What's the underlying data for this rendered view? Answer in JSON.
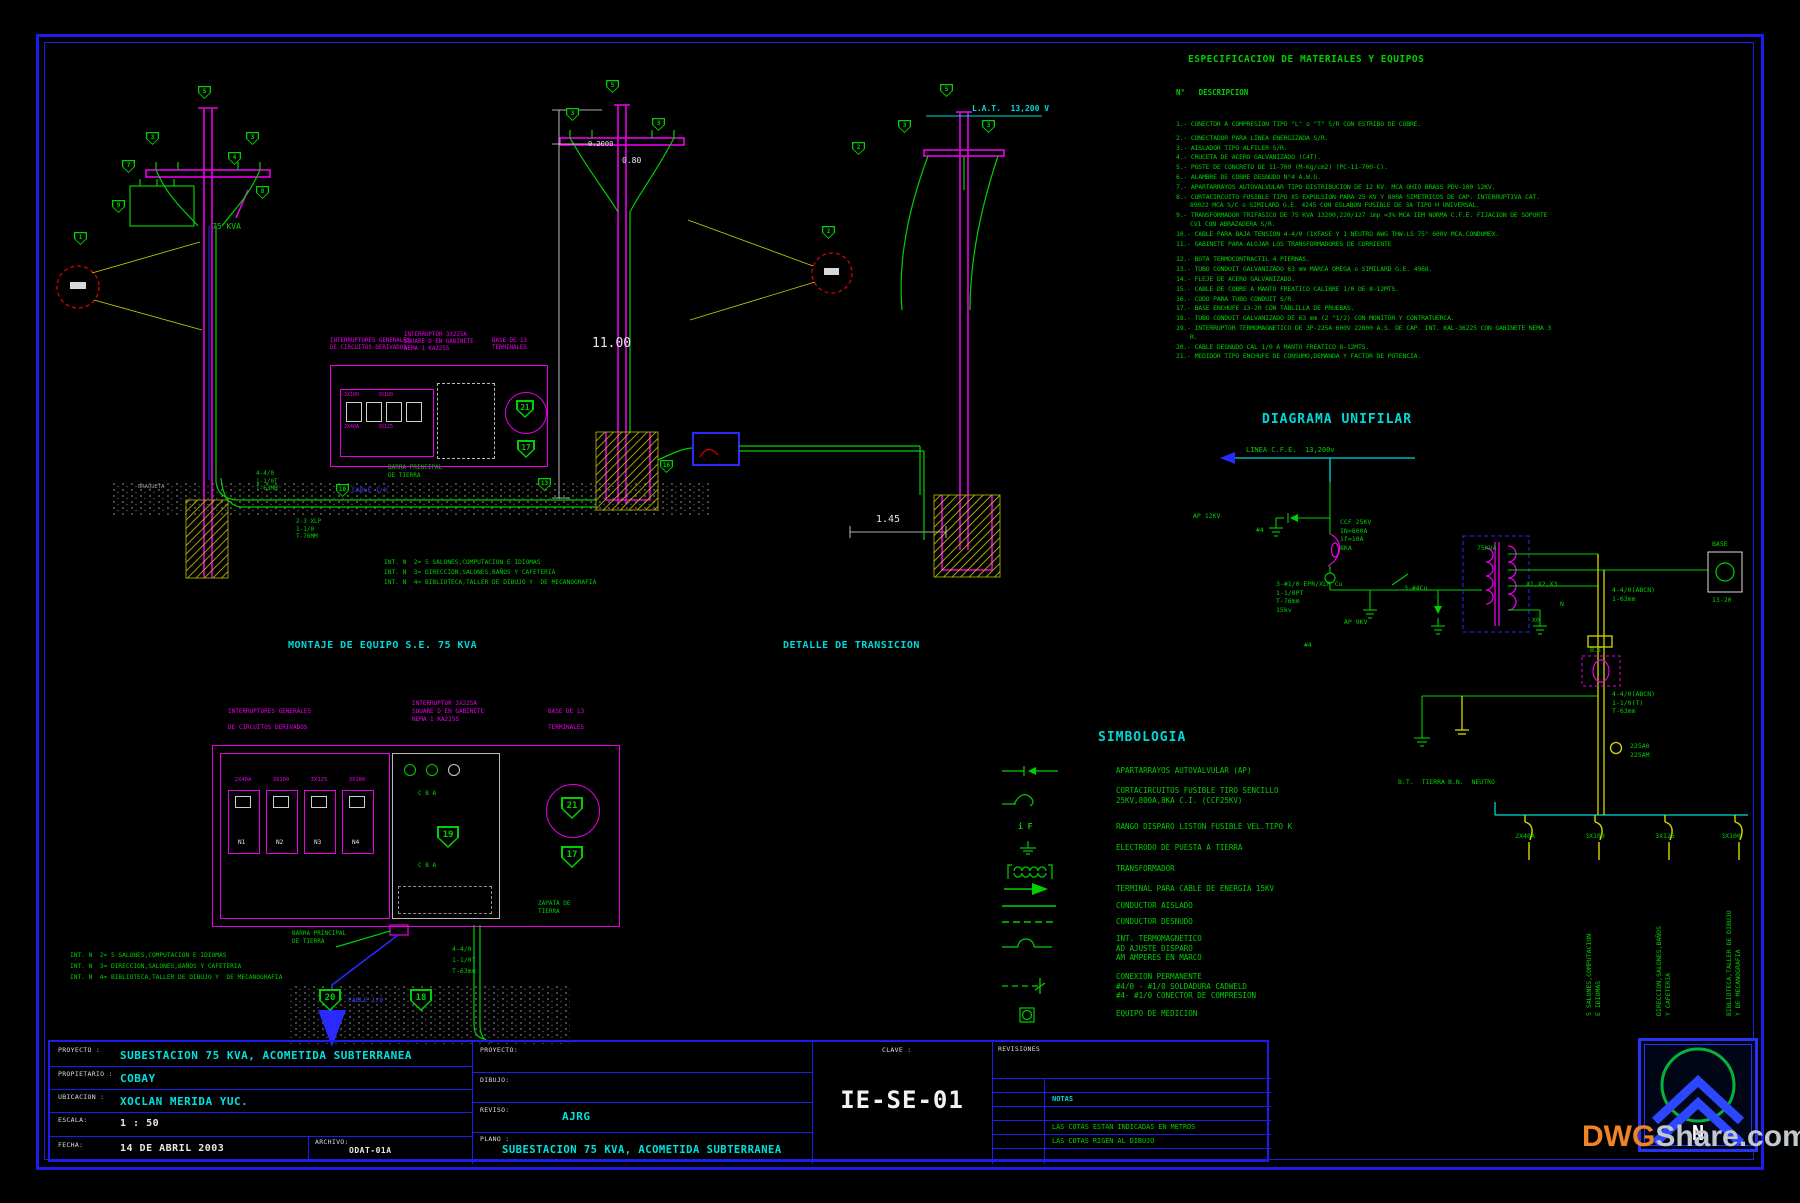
{
  "sheet": {
    "clave": "IE-SE-01"
  },
  "palette": {
    "green": "#00cf00",
    "cyan": "#00d8d8",
    "magenta": "#e800e8",
    "yellow": "#d8d800",
    "blue": "#2a2aff",
    "frame_blue": "#1c1cee",
    "red": "#dc0000",
    "orange": "#f08424",
    "gray": "#9a9a9a"
  },
  "spec": {
    "title": "ESPECIFICACION DE MATERIALES Y EQUIPOS",
    "header": "N°   DESCRIPCION",
    "items": [
      "1.- CONECTOR A COMPRESION TIPO \"L\" o \"T\" S/R CON ESTRIBO DE COBRE.",
      "2.- CONECTADOR PARA LINEA ENERGIZADA S/R.",
      "3.- AISLADOR TIPO ALFILER S/R.",
      "4.- CRUCETA DE ACERO GALVANIZADO (C4T).",
      "5.- POSTE DE CONCRETO DE 11-700 (M-Kg/cm2) (PC-11-700-C).",
      "6.- ALAMBRE DE COBRE DESNUDO N°4 A.W.G.",
      "7.- APARTARRAYOS AUTOVALVULAR TIPO DISTRIBUCION DE 12 KV. MCA OHIO BRASS PDV-100 12KV.",
      "8.- CORTACIRCUITO FUSIBLE TIPO XS EXPULSION PARA 25 KV Y 800A SIMETRICOS DE CAP. INTERRUPTIVA CAT. 89022 MCA S/C  o SIMILARD G.E. 4245 CON ESLABON FUSIBLE DE 3A TIPO H UNIVERSAL.",
      "9.- TRANSFORMADOR TRIFASICO DE 75 KVA 13200,220/127 imp =3% MCA IEM NORMA C.F.E. FIJACION DE SOPORTE CV1 CON ABRAZADERA S/R.",
      "10.- CABLE PARA BAJA TENSION 4-4/0 (1XFASE Y 1 NEUTRO AWG THW-LS 75° 600V MCA.CONDUMEX.",
      "11.- GABINETE PARA ALOJAR LOS TRANSFORMADORES DE CORRIENTE",
      "12.- BOTA TERMOCONTRACTIL 4 PIERNAS.",
      "13.- TUBO CONDUIT GALVANIZADO 63 mm MARCA OMEGA o SIMILARD G.E. 4968.",
      "14.- FLEJE DE ACERO GALVANIZADO.",
      "15.- CABLE DE COBRE A MANTO FREATICO CALIBRE 1/0 DE 8-12MTS.",
      "16.- CODO PARA TUBO CONDUIT S/R.",
      "17.- BASE  ENCHUFE 13-20 CON TABLILLA DE PRUEBAS.",
      "18.- TUBO CONDUIT GALVANIZADO DE 63 mm (2 \"1/2) CON MONITOR Y CONTRATUERCA.",
      "19.- INTERRUPTOR TERMOMAGNETICO DE 3P-225A  600V 22000 A.S. DE CAP. INT. KAL-36225  CON GABINETE NEMA 3 R.",
      "20.- CABLE DESNUDO CAL 1/0  A MANTO FREATICO 8-12MTS.",
      "21.- MEDIDOR TIPO ENCHUFE DE CONSUMO,DEMANDA Y FACTOR DE POTENCIA."
    ]
  },
  "montaje": {
    "caption": "MONTAJE DE EQUIPO S.E. 75 KVA",
    "kva": "75 KVA",
    "braqueta": "BRAQUETA",
    "duct1": [
      "4-4/0",
      "1-1/0T",
      "T-63MM"
    ],
    "duct2": [
      "2-3 XLP",
      "1-1/0",
      "T-76MM"
    ],
    "barra": [
      "BARRA PRINCIPAL",
      "DE TIERRA"
    ],
    "cable10": "CABLE 1/0",
    "int_notes": [
      "INT. N  2= 5 SALONES,COMPUTACION E IDIOMAS",
      "INT. N  3= DIRECCION,SALONES,BAÑOS Y CAFETERIA",
      "INT. N  4= BIBLIOTECA,TALLER DE DIBUJO Y  DE MECANOGRAFIA"
    ],
    "dim_alto": "11.00",
    "dim_a": "0.2000",
    "dim_b": "0.80",
    "dim_c": "1.45",
    "lat": "L.A.T.  13,200 V"
  },
  "transicion": {
    "caption": "DETALLE DE TRANSICION"
  },
  "panel_top": {
    "l1": [
      "INTERRUPTORES GENERALES",
      "DE CIRCUITOS DERIVADOS"
    ],
    "l2": [
      "INTERRUPTOR 3X225A",
      "SQUARE D EN GABINETE",
      "NEMA 1 KA225S"
    ],
    "l3": [
      "BASE DE 13",
      "TERMINALES"
    ],
    "bk": [
      "3X100",
      "3X100",
      "2X40A",
      "3X125"
    ]
  },
  "panel_bot": {
    "bk": [
      "2X40A",
      "3X100",
      "3X125",
      "3X100"
    ],
    "ids": [
      "N1",
      "N2",
      "N3",
      "N4"
    ],
    "cba": "C B A",
    "zapata": [
      "ZAPATA DE",
      "TIERRA"
    ],
    "barra": [
      "BARRA PRINCIPAL",
      "DE TIERRA"
    ],
    "cable10": "CABLE 1/0",
    "duct": [
      "4-4/0",
      "1-1/0T",
      "T-63mm"
    ]
  },
  "markers": {
    "1": "1",
    "2": "2",
    "3": "3",
    "4": "4",
    "5": "5",
    "7": "7",
    "8": "8",
    "9": "9",
    "10": "10",
    "13": "13",
    "16": "16",
    "17": "17",
    "18": "18",
    "19": "19",
    "20": "20",
    "21": "21"
  },
  "unifilar": {
    "title": "DIAGRAMA UNIFILAR",
    "linea": "LINEA C.F.E.  13,200v",
    "ap12": "AP 12KV",
    "n4": "#4",
    "ccf": [
      "CCF 25KV",
      "IN=800A",
      "if=10A",
      "8KA"
    ],
    "cable_mt": [
      "3-#1/0 EPR/XLP Cu",
      "1-1/0PT",
      "T-76mm",
      "15kv"
    ],
    "cu": "3-#4Cu",
    "ap9": "AP 9KV",
    "kva": "75KVA",
    "x123": "X1,X2,X3",
    "x0": "X0",
    "n": "N",
    "sec": [
      "4-4/0(ABCN)",
      "1-63mm"
    ],
    "base": [
      "BASE",
      "13-20"
    ],
    "bt": "B.T.",
    "ct": [
      "225A0",
      "225AM"
    ],
    "down": [
      "4-4/0(ABCN)",
      "1-1/0(T)",
      "T-63mm"
    ],
    "btt": "B.T.  TIERRA",
    "bnn": "B.N.  NEUTRO",
    "breakers": [
      "2X40A",
      "3X100",
      "3X125",
      "3X100"
    ],
    "circuits": [
      "5 SALONES,COMPUTACION\nE IDIOMAS",
      "DIRECCION,SALONES,BAÑOS\nY CAFETERIA",
      "BIBLIOTECA,TALLER DE DIBUJO\nY  DE MECANOGRAFIA"
    ]
  },
  "simbologia": {
    "title": "SIMBOLOGIA",
    "if_sym": "i F",
    "rows": [
      "APARTARRAYOS  AUTOVALVULAR  (AP)",
      "CORTACIRCUITOS  FUSIBLE  TIRO  SENCILLO\n25KV,800A,8KA  C.I.  (CCF25KV)",
      "RANGO  DISPARO  LISTON  FUSIBLE  VEL.TIPO  K",
      "ELECTRODO  DE  PUESTA  A  TIERRA",
      "TRANSFORMADOR",
      "TERMINAL  PARA  CABLE  DE  ENERGIA    15KV",
      "CONDUCTOR  AISLADO",
      "CONDUCTOR  DESNUDO",
      "INT.  TERMOMAGNETICO\nAD    AJUSTE  DISPARO\nAM    AMPERES  EN  MARCO",
      "CONEXION  PERMANENTE\n#4/0  -    #1/0    SOLDADURA  CADWELD\n#4-    #1/0    CONECTOR  DE  COMPRESION",
      "EQUIPO  DE  MEDICION"
    ]
  },
  "titleblock": {
    "proyecto_l": "PROYECTO :",
    "proyecto": "SUBESTACION 75 KVA, ACOMETIDA SUBTERRANEA",
    "propietario_l": "PROPIETARIO :",
    "propietario": "COBAY",
    "ubicacion_l": "UBICACION :",
    "ubicacion": "XOCLAN MERIDA YUC.",
    "escala_l": "ESCALA:",
    "escala": "1 : 50",
    "fecha_l": "FECHA:",
    "fecha": "14 DE ABRIL  2003",
    "archivo_l": "ARCHIVO:",
    "archivo": "ODAT-01A",
    "proyecto2_l": "PROYECTO:",
    "dibujo_l": "DIBUJO:",
    "reviso_l": "REVISO:",
    "reviso": "AJRG",
    "plano_l": "PLANO :",
    "plano": "SUBESTACION 75 KVA, ACOMETIDA SUBTERRANEA",
    "clave_l": "CLAVE :",
    "clave": "IE-SE-01",
    "revisiones_l": "REVISIONES",
    "notas_l": "NOTAS",
    "nota1": "LAS COTAS ESTAN INDICADAS EN METROS",
    "nota2": "LAS COTAS RIGEN AL DIBUJO"
  },
  "watermark": {
    "dwg": "DWG",
    "share": "Share",
    "com": ".com",
    "n": "N"
  }
}
